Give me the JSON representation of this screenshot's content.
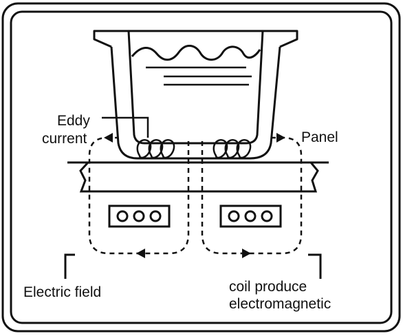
{
  "labels": {
    "eddy": "Eddy",
    "current": "current",
    "panel": "Panel",
    "electric_field": "Electric field",
    "coil_line1": "coil produce",
    "coil_line2": "electromagnetic"
  },
  "colors": {
    "stroke": "#111111",
    "background": "#ffffff"
  }
}
